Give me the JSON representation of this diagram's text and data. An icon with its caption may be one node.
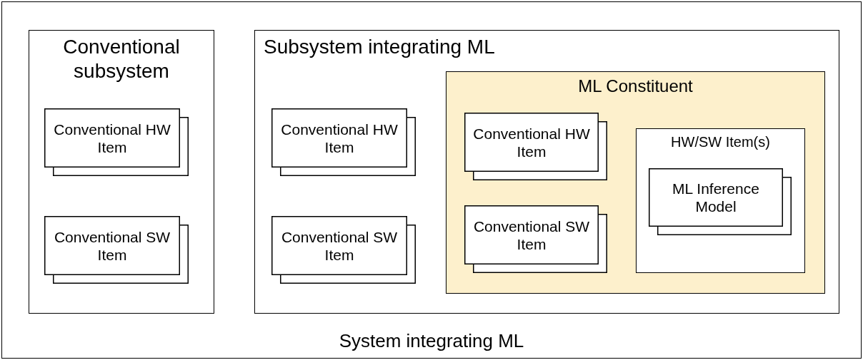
{
  "diagram": {
    "nodes": [
      {
        "text": [
          "System integrating ML"
        ]
      },
      {
        "text": [
          "Conventional subsystem"
        ],
        "in": 0
      },
      {
        "text": [
          "Conventional HW Item"
        ],
        "in": 1
      },
      {
        "text": [
          "Conventional SW Item"
        ],
        "in": 1
      },
      {
        "text": [
          "Subsystem integrating ML"
        ],
        "in": 0
      },
      {
        "text": [
          "Conventional HW Item"
        ],
        "in": 4
      },
      {
        "text": [
          "Conventional SW Item"
        ],
        "in": 4
      },
      {
        "text": [
          "ML Constituent"
        ],
        "in": 4
      },
      {
        "text": [
          "Conventional HW Item"
        ],
        "in": 7
      },
      {
        "text": [
          "Conventional SW Item"
        ],
        "in": 7
      },
      {
        "text": [
          "HW/SW Item(s)"
        ],
        "in": 7
      },
      {
        "text": [
          "ML Inference Model"
        ],
        "in": 10
      }
    ]
  }
}
